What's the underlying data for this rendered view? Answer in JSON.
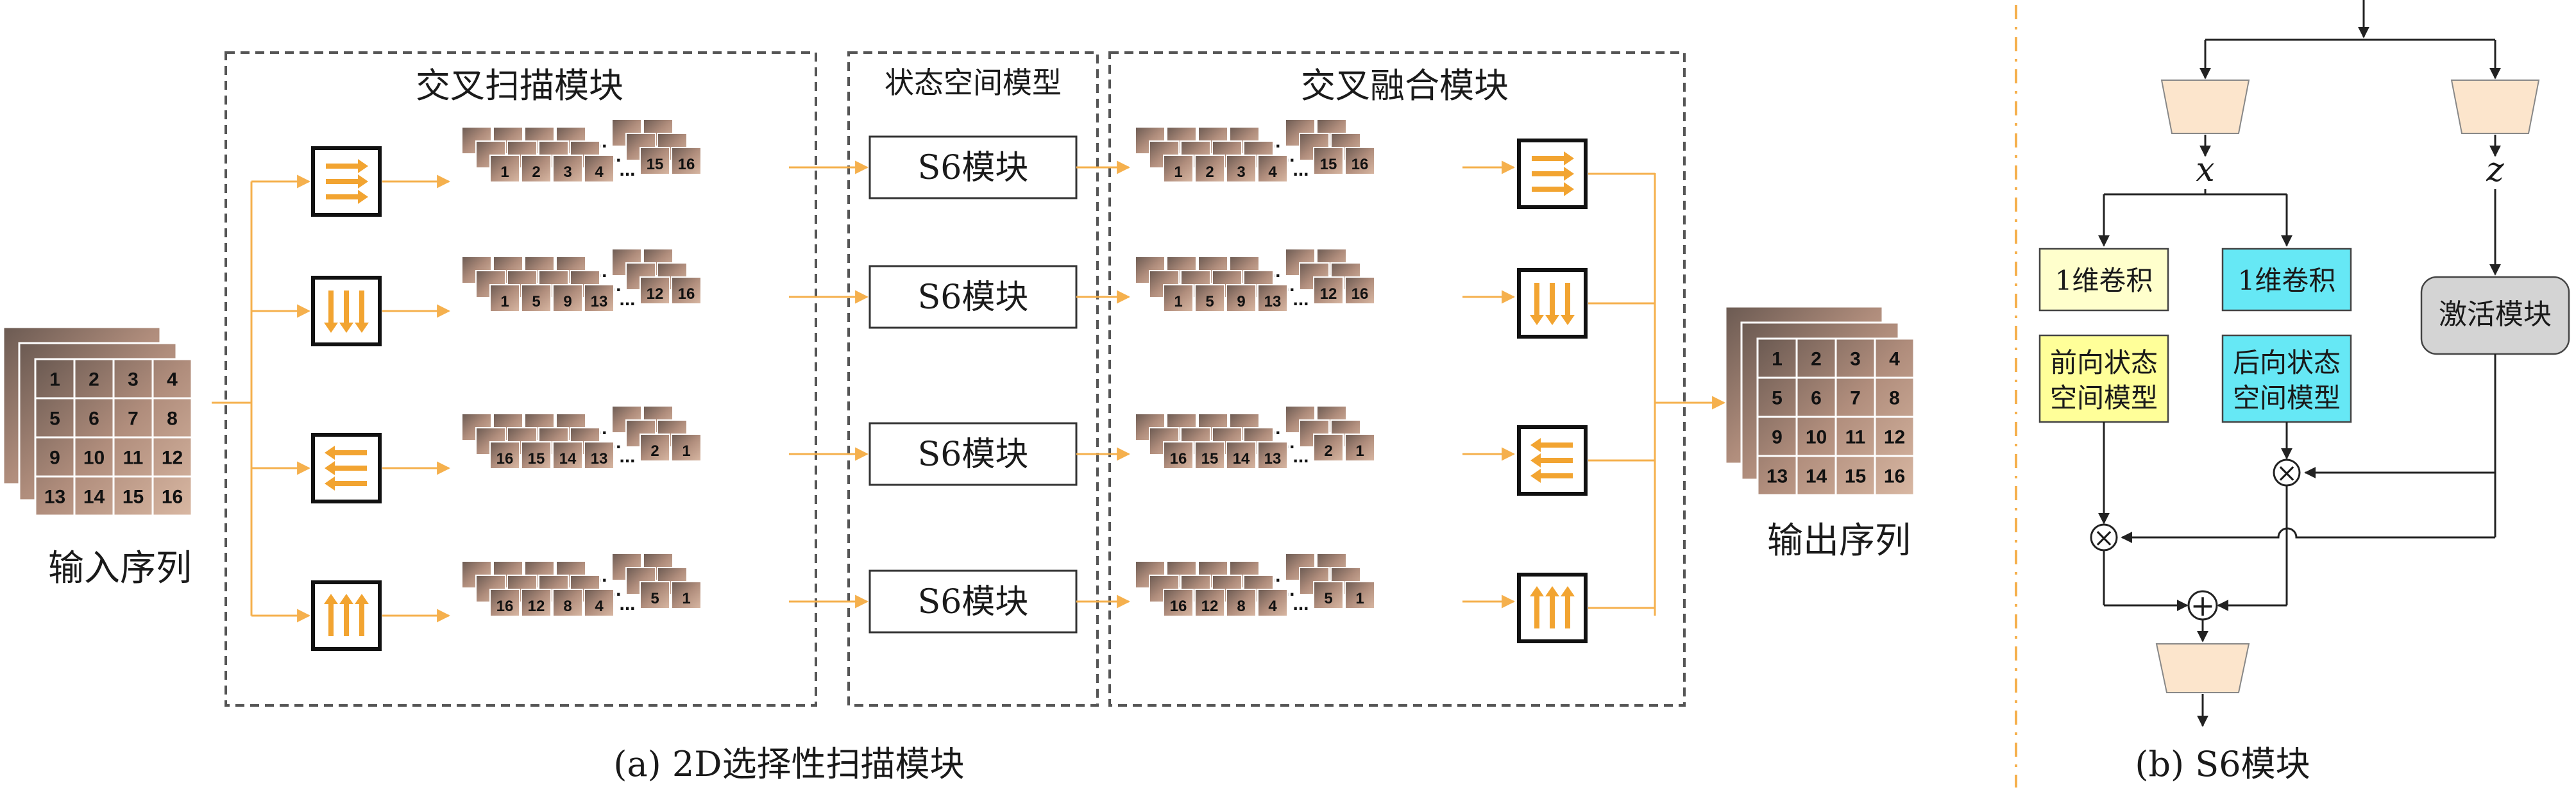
{
  "panel_a": {
    "caption": "(a) 2D选择性扫描模块",
    "input_label": "输入序列",
    "output_label": "输出序列",
    "cross_scan_title": "交叉扫描模块",
    "ssm_title": "状态空间模型",
    "cross_merge_title": "交叉融合模块",
    "s6_labels": [
      "S6模块",
      "S6模块",
      "S6模块",
      "S6模块"
    ],
    "grid_numbers": [
      "1",
      "2",
      "3",
      "4",
      "5",
      "6",
      "7",
      "8",
      "9",
      "10",
      "11",
      "12",
      "13",
      "14",
      "15",
      "16"
    ],
    "ellipsis": "...",
    "rows": [
      {
        "direction": "right",
        "front_numbers": [
          "1",
          "2",
          "3",
          "4"
        ],
        "tail_numbers": [
          "15",
          "16"
        ]
      },
      {
        "direction": "down",
        "front_numbers": [
          "1",
          "5",
          "9",
          "13"
        ],
        "tail_numbers": [
          "12",
          "16"
        ]
      },
      {
        "direction": "left",
        "front_numbers": [
          "16",
          "15",
          "14",
          "13"
        ],
        "tail_numbers": [
          "2",
          "1"
        ]
      },
      {
        "direction": "up",
        "front_numbers": [
          "16",
          "12",
          "8",
          "4"
        ],
        "tail_numbers": [
          "5",
          "1"
        ]
      }
    ]
  },
  "panel_b": {
    "caption": "(b) S6模块",
    "x_label": "x",
    "z_label": "z",
    "conv_left": "1维卷积",
    "conv_right": "1维卷积",
    "forward_ssm_line1": "前向状态",
    "forward_ssm_line2": "空间模型",
    "backward_ssm_line1": "后向状态",
    "backward_ssm_line2": "空间模型",
    "activation": "激活模块",
    "multiply_symbol": "×",
    "add_symbol": "+"
  },
  "colors": {
    "arrow_orange": "#f5b04d",
    "icon_arrow": "#f2a431",
    "ssm_yellow": "#ffff99",
    "ssm_cyan": "#66e8f5",
    "conv_yellow": "#ffffcc",
    "conv_cyan": "#66e8f5",
    "trapezoid": "#fce5cc",
    "activation_gray": "#d4d4d4",
    "separator_orange": "#f5b04d",
    "dashed_border": "#555555"
  }
}
